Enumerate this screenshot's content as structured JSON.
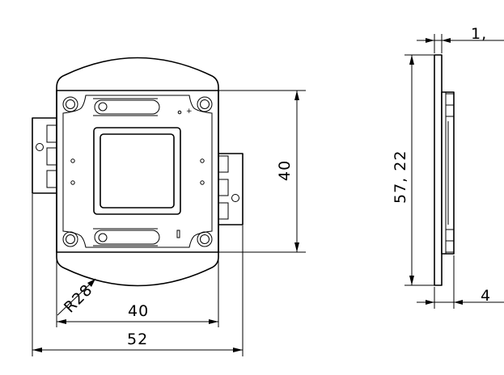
{
  "front_view": {
    "dim_outer_width": "52",
    "dim_inner_width": "40",
    "dim_inner_height": "40",
    "dim_radius": "R28",
    "polarity_plus": "+",
    "polarity_minus": "-"
  },
  "side_view": {
    "dim_length": "57, 22",
    "dim_thickness": "1,",
    "dim_depth": "4"
  }
}
